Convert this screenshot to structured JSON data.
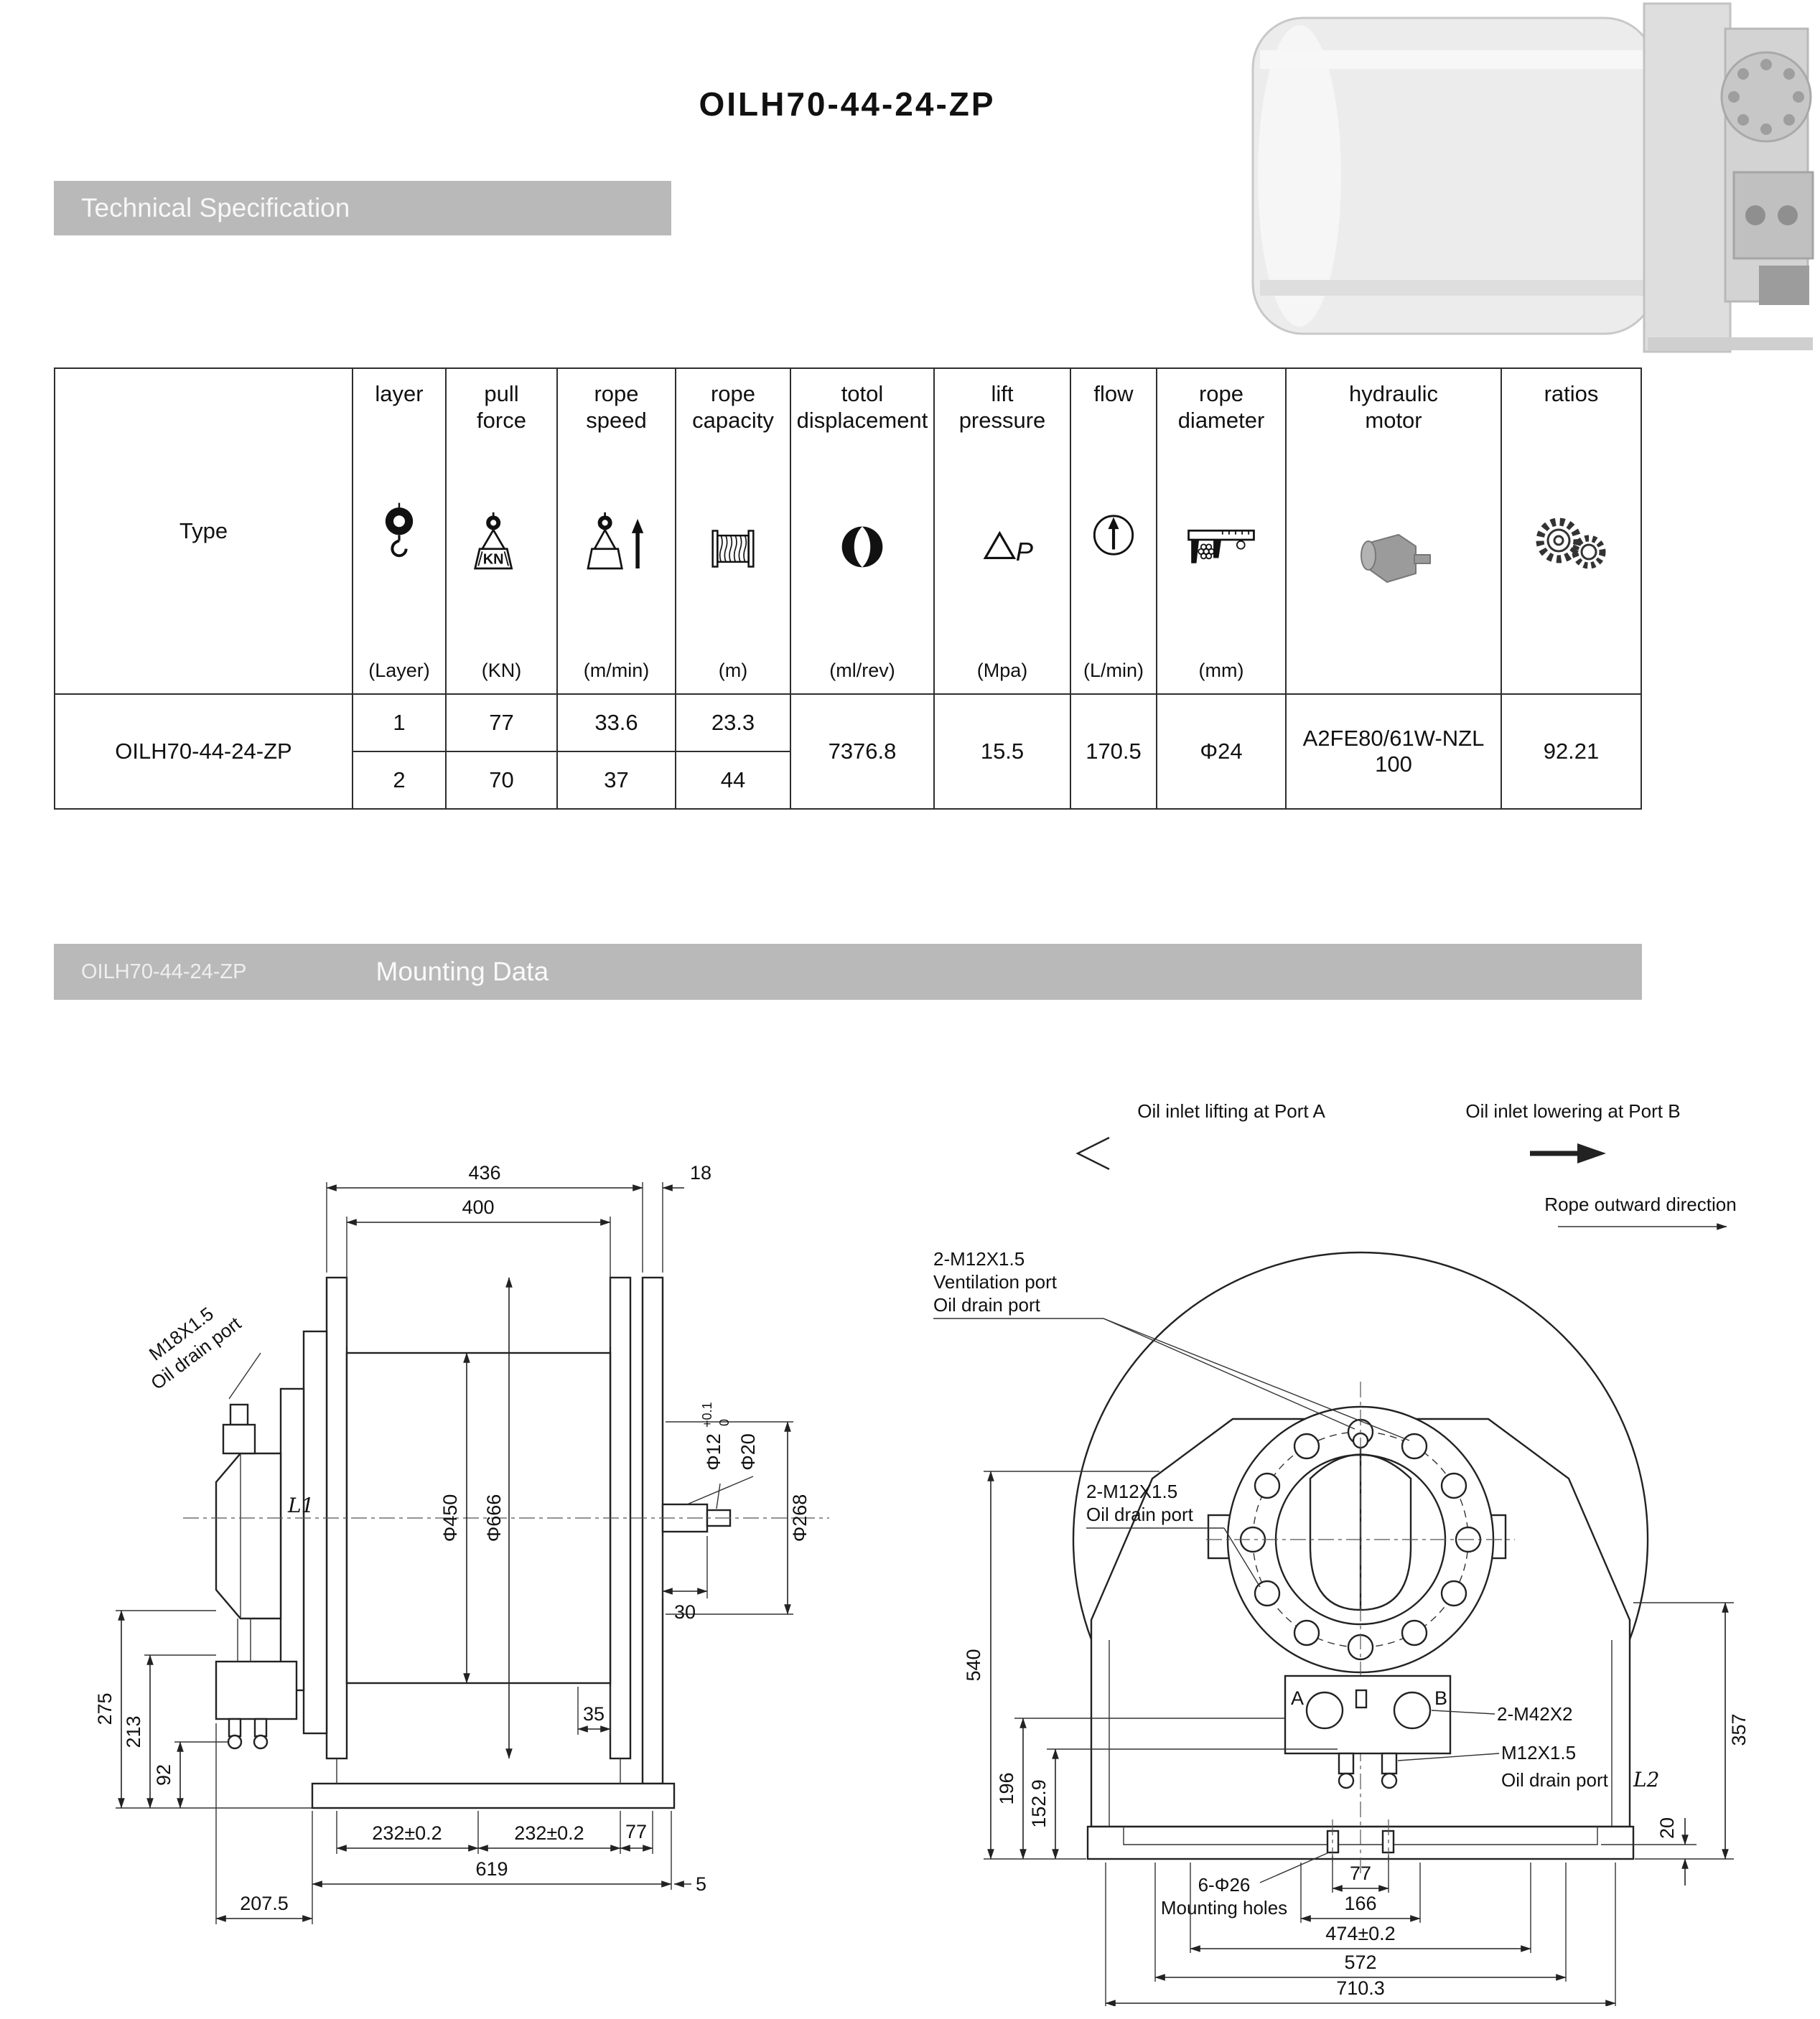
{
  "page": {
    "title": "OILH70-44-24-ZP",
    "section1_title": "Technical Specification",
    "section2_model": "OILH70-44-24-ZP",
    "section2_title": "Mounting Data"
  },
  "table": {
    "icon_kn_label": "KN",
    "icon_dp_label": "P",
    "headers": {
      "type": {
        "label": "Type",
        "unit": ""
      },
      "layer": {
        "label": "layer",
        "unit": "(Layer)"
      },
      "pull_force": {
        "label": "pull\nforce",
        "unit": "(KN)"
      },
      "rope_speed": {
        "label": "rope\nspeed",
        "unit": "(m/min)"
      },
      "rope_capacity": {
        "label": "rope\ncapacity",
        "unit": "(m)"
      },
      "displacement": {
        "label": "totol\ndisplacement",
        "unit": "(ml/rev)"
      },
      "lift_pressure": {
        "label": "lift\npressure",
        "unit": "(Mpa)"
      },
      "flow": {
        "label": "flow",
        "unit": "(L/min)"
      },
      "rope_diameter": {
        "label": "rope\ndiameter",
        "unit": "(mm)"
      },
      "hydraulic_motor": {
        "label": "hydraulic\nmotor",
        "unit": ""
      },
      "ratios": {
        "label": "ratios",
        "unit": ""
      }
    },
    "row": {
      "type": "OILH70-44-24-ZP",
      "layers": [
        {
          "layer": "1",
          "pull_force": "77",
          "rope_speed": "33.6",
          "rope_capacity": "23.3"
        },
        {
          "layer": "2",
          "pull_force": "70",
          "rope_speed": "37",
          "rope_capacity": "44"
        }
      ],
      "displacement": "7376.8",
      "lift_pressure": "15.5",
      "flow": "170.5",
      "rope_diameter": "Φ24",
      "hydraulic_motor": "A2FE80/61W-NZL 100",
      "ratios": "92.21"
    }
  },
  "side_view": {
    "dim_436": "436",
    "dim_400": "400",
    "dim_18": "18",
    "dim_d450": "Φ450",
    "dim_d666": "Φ666",
    "dim_d12": "Φ12",
    "dim_d12_tol_up": "+0.1",
    "dim_d12_tol_dn": "0",
    "dim_d20": "Φ20",
    "dim_d268": "Φ268",
    "dim_30": "30",
    "dim_35": "35",
    "dim_232a": "232±0.2",
    "dim_232b": "232±0.2",
    "dim_77": "77",
    "dim_619": "619",
    "dim_5": "5",
    "dim_207": "207.5",
    "dim_275": "275",
    "dim_213": "213",
    "dim_92": "92",
    "label_m18": "M18X1.5",
    "label_oil_drain": "Oil drain port",
    "label_l1": "L1"
  },
  "front_view": {
    "label_port_a": "Oil inlet lifting at Port A",
    "label_port_b": "Oil inlet lowering at Port B",
    "label_rope_dir": "Rope outward direction",
    "callout_vent_1": "2-M12X1.5",
    "callout_vent_2": "Ventilation port",
    "callout_vent_3": "Oil drain port",
    "callout_drain_1": "2-M12X1.5",
    "callout_drain_2": "Oil drain port",
    "label_a": "A",
    "label_b": "B",
    "label_m42": "2-M42X2",
    "label_m12": "M12X1.5",
    "label_drain_l2": "Oil drain port",
    "label_l2": "L2",
    "callout_holes_1": "6-Φ26",
    "callout_holes_2": "Mounting holes",
    "dim_540": "540",
    "dim_196": "196",
    "dim_1529": "152.9",
    "dim_357": "357",
    "dim_20": "20",
    "dim_77": "77",
    "dim_166": "166",
    "dim_474": "474±0.2",
    "dim_572": "572",
    "dim_710": "710.3"
  }
}
